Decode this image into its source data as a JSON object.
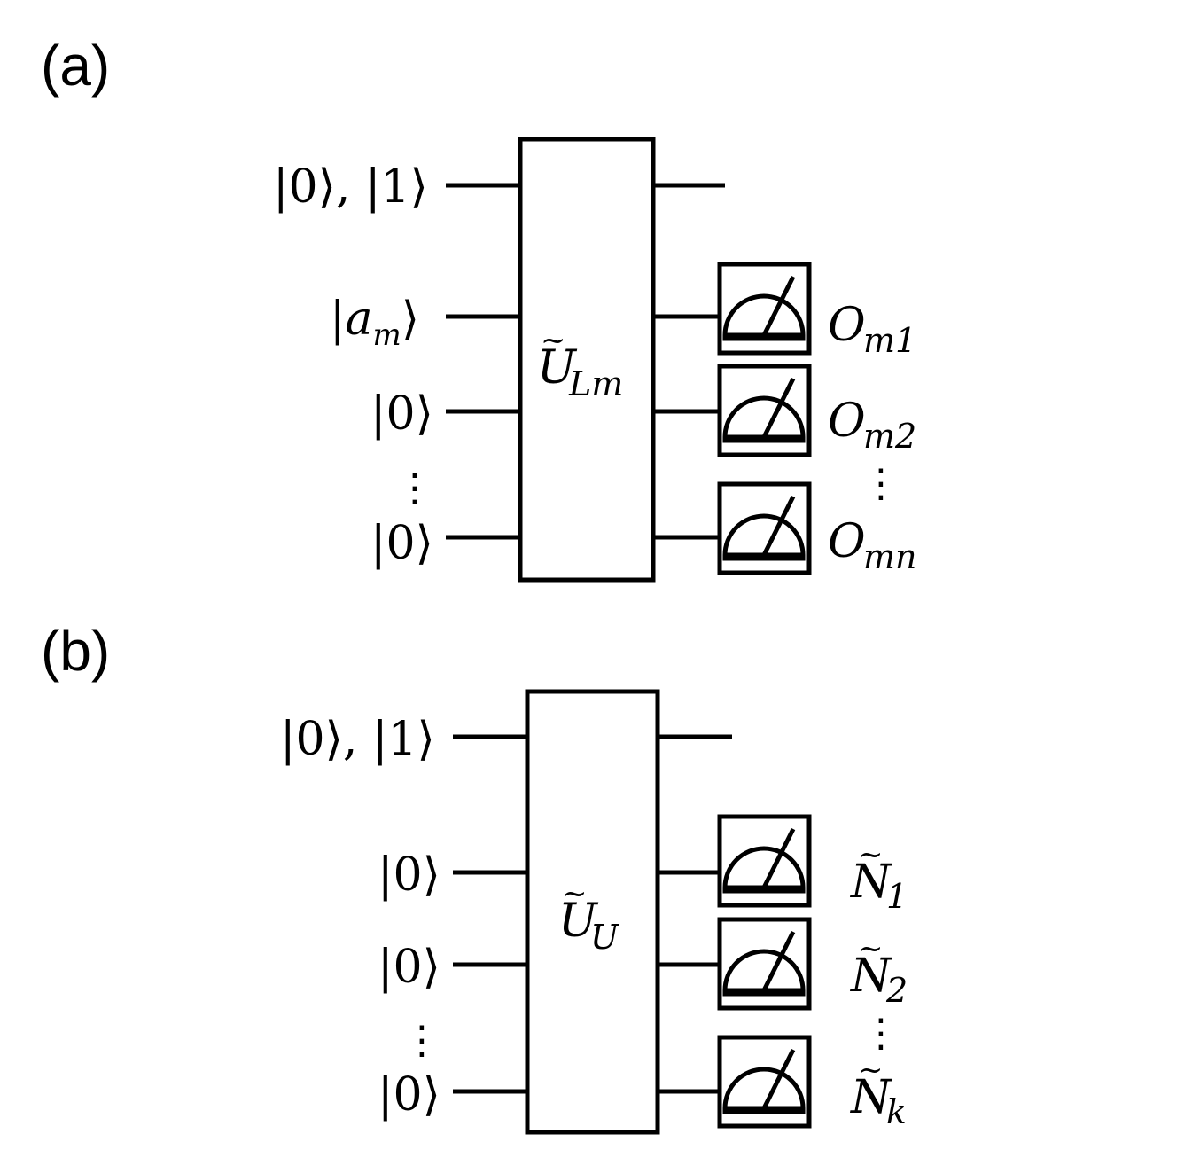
{
  "panels": [
    {
      "label": "(a)",
      "gate": {
        "symbol": "U",
        "tilde": "~",
        "subscript": "Lm"
      },
      "inputs": [
        {
          "ket": "|0⟩, |1⟩"
        },
        {
          "ket_open": "|",
          "ket_var": "a",
          "ket_sub": "m",
          "ket_close": "⟩"
        },
        {
          "ket": "|0⟩"
        },
        {
          "ket": "⋮"
        },
        {
          "ket": "|0⟩"
        }
      ],
      "outputs": [
        {
          "symbol": "O",
          "subscript": "m1"
        },
        {
          "symbol": "O",
          "subscript": "m2"
        },
        {
          "symbol": "⋮",
          "subscript": ""
        },
        {
          "symbol": "O",
          "subscript": "mn"
        }
      ]
    },
    {
      "label": "(b)",
      "gate": {
        "symbol": "U",
        "tilde": "~",
        "subscript": "U"
      },
      "inputs": [
        {
          "ket": "|0⟩, |1⟩"
        },
        {
          "ket": "|0⟩"
        },
        {
          "ket": "|0⟩"
        },
        {
          "ket": "⋮"
        },
        {
          "ket": "|0⟩"
        }
      ],
      "outputs": [
        {
          "symbol": "N",
          "tilde": "~",
          "subscript": "1"
        },
        {
          "symbol": "N",
          "tilde": "~",
          "subscript": "2"
        },
        {
          "symbol": "⋮",
          "subscript": ""
        },
        {
          "symbol": "N",
          "tilde": "~",
          "subscript": "k"
        }
      ]
    }
  ]
}
